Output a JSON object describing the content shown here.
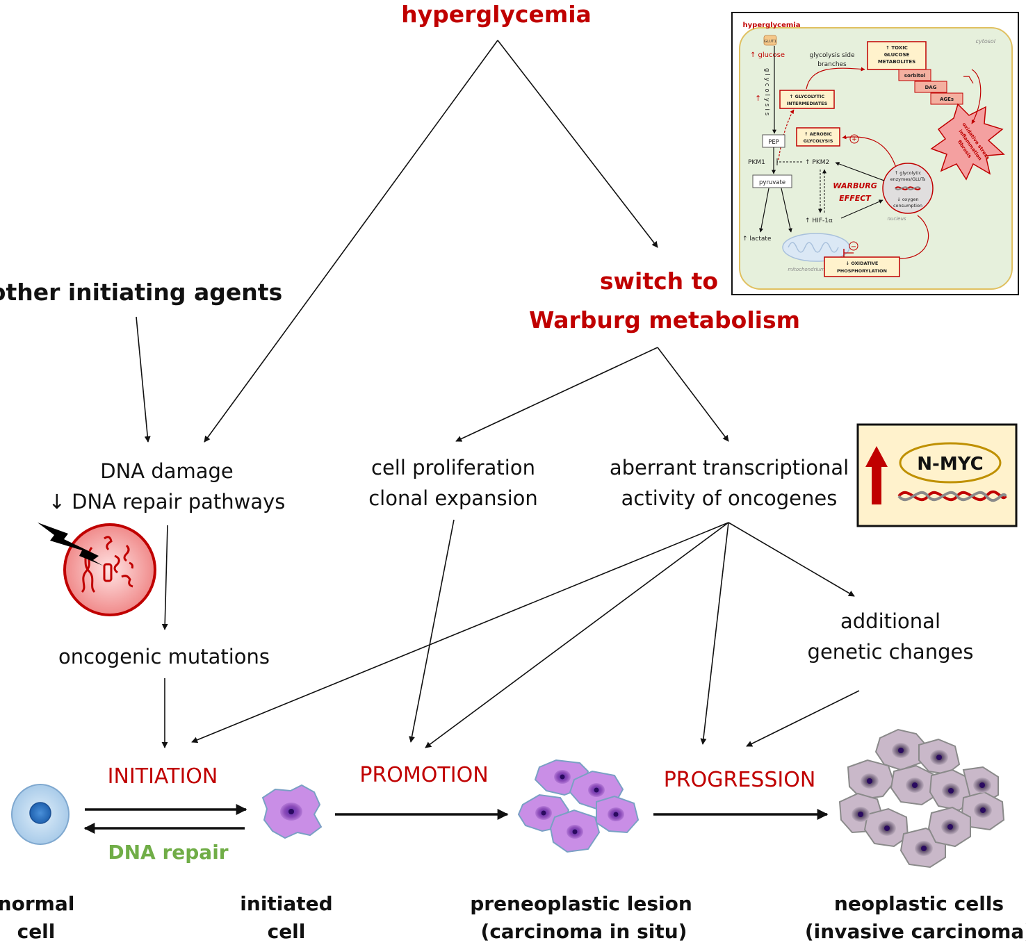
{
  "top": {
    "hyperglycemia": "hyperglycemia"
  },
  "warburg": {
    "line1": "switch to",
    "line2": "Warburg metabolism"
  },
  "other_agents": "other initiating agents",
  "dna": {
    "line1": "DNA damage",
    "line2": "↓ DNA repair pathways"
  },
  "oncogenic_mutations": "oncogenic mutations",
  "proliferation": {
    "line1": "cell proliferation",
    "line2": "clonal expansion"
  },
  "aberrant": {
    "line1": "aberrant transcriptional",
    "line2": "activity of oncogenes"
  },
  "additional": {
    "line1": "additional",
    "line2": "genetic changes"
  },
  "nmyc": "N-MYC",
  "stages": {
    "initiation": "INITIATION",
    "promotion": "PROMOTION",
    "progression": "PROGRESSION",
    "dna_repair": "DNA repair"
  },
  "cells": {
    "normal": {
      "line1": "normal",
      "line2": "cell"
    },
    "initiated": {
      "line1": "initiated",
      "line2": "cell"
    },
    "preneoplastic": {
      "line1": "preneoplastic lesion",
      "line2": "(carcinoma in situ)"
    },
    "neoplastic": {
      "line1": "neoplastic cells",
      "line2": "(invasive carcinoma)"
    }
  },
  "inset": {
    "hyperglycemia": "hyperglycemia",
    "glut1": "GLUT1",
    "glucose": "↑ glucose",
    "cytosol": "cytosol",
    "side_branches_1": "glycolysis side",
    "side_branches_2": "branches",
    "toxic_1": "↑ TOXIC",
    "toxic_2": "GLUCOSE",
    "toxic_3": "METABOLITES",
    "sorbitol": "sorbitol",
    "dag": "DAG",
    "ages": "AGEs",
    "glycolysis_vertical": "glycolysis",
    "gly_int_1": "↑ GLYCOLYTIC",
    "gly_int_2": "INTERMEDIATES",
    "aerobic_1": "↑ AEROBIC",
    "aerobic_2": "GLYCOLYSIS",
    "plus": "+",
    "minus": "−",
    "ox_1": "oxidative stress",
    "ox_2": "inflammation",
    "ox_3": "fibrosis",
    "pep": "PEP",
    "pkm1": "PKM1",
    "pkm2": "↑ PKM2",
    "pyruvate": "pyruvate",
    "warburg_1": "WARBURG",
    "warburg_2": "EFFECT",
    "nuc_1": "↑ glycolytic",
    "nuc_2": "enzymes/GLUTs",
    "nuc_3": "↓ oxygen",
    "nuc_4": "consumption",
    "nucleus": "nucleus",
    "hif": "↑ HIF-1α",
    "lactate": "↑ lactate",
    "mitochondrium": "mitochondrium",
    "oxphos_1": "↓ OXIDATIVE",
    "oxphos_2": "PHOSPHORYLATION"
  }
}
